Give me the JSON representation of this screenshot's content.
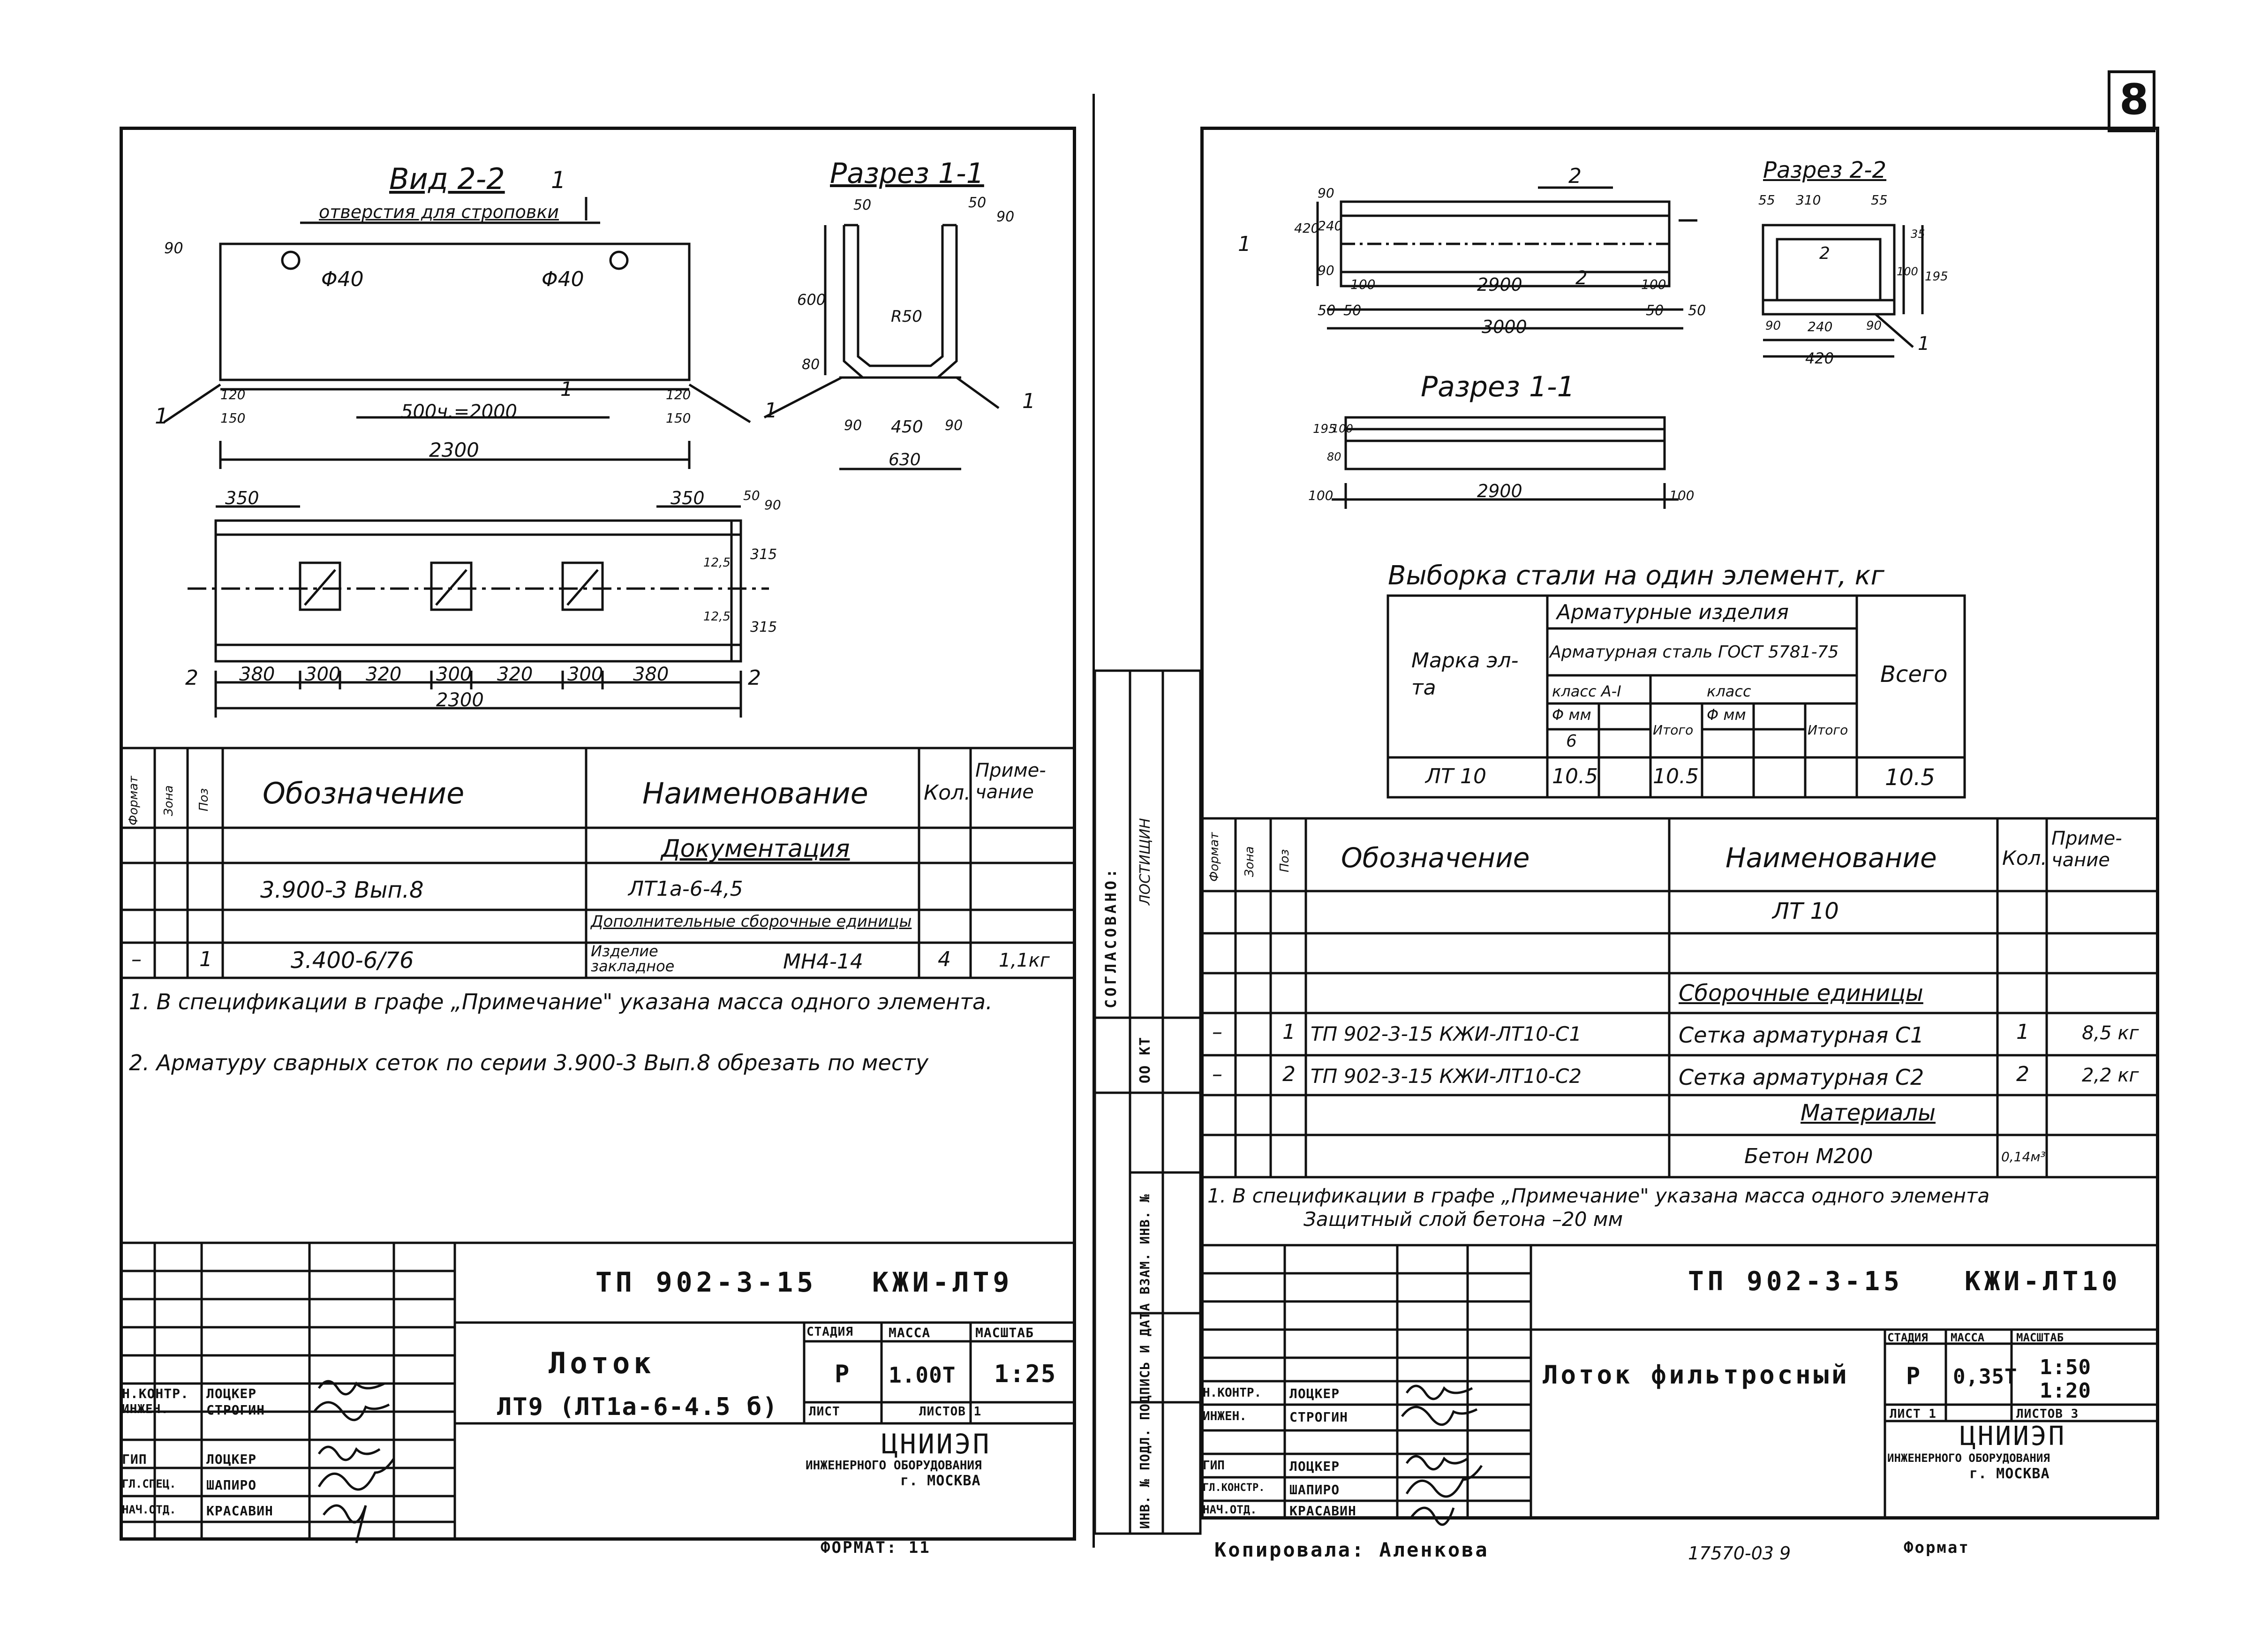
{
  "page_number": "8",
  "left": {
    "view22": {
      "title": "Вид 2-2",
      "note": "отверстия для строповки",
      "hole_left": "Φ40",
      "hole_right": "Φ40",
      "dim_90": "90",
      "dim_120a": "120",
      "dim_150a": "150",
      "dim_120b": "120",
      "dim_150b": "150",
      "dim_mid": "500ч.=2000",
      "dim_total": "2300",
      "mark1": "1",
      "mark1b": "1",
      "leader1": "1"
    },
    "sec11": {
      "title": "Разрез 1-1",
      "d50a": "50",
      "d50b": "50",
      "d90": "90",
      "d600": "600",
      "r50": "R50",
      "d80": "80",
      "d90a": "90",
      "d450": "450",
      "d90b": "90",
      "d630": "630",
      "leader1a": "1",
      "leader1b": "1"
    },
    "plan": {
      "d350a": "350",
      "d350b": "350",
      "d50": "50",
      "d90": "90",
      "d315a": "315",
      "d125a": "12,5",
      "d125b": "12,5",
      "d315b": "315",
      "segments": [
        "380",
        "300",
        "320",
        "300",
        "320",
        "300",
        "380"
      ],
      "total": "2300",
      "cut_left": "2",
      "cut_right": "2"
    },
    "table": {
      "headers": {
        "format": "Формат",
        "zone": "Зона",
        "pos": "Поз",
        "designation": "Обозначение",
        "name": "Наименование",
        "qty": "Кол.",
        "note": "Приме-чание"
      },
      "section_doc": "Документация",
      "row1_designation": "3.900-3 Вып.8",
      "row1_name": "ЛТ1а-6-4,5",
      "section_extra": "Дополнительные сборочные единицы",
      "row2_format": "–",
      "row2_pos": "1",
      "row2_designation": "3.400-6/76",
      "row2_name": "Изделие закладное",
      "row2_mark": "МН4-14",
      "row2_qty": "4",
      "row2_note": "1,1кг"
    },
    "notes": [
      "1. В спецификации в графе „Примечание\" указана масса одного элемента.",
      "2. Арматуру сварных сеток по серии 3.900-3 Вып.8 обрезать по месту"
    ],
    "stamp": {
      "code": "ТП 902-3-15",
      "doc": "КЖИ-ЛТ9",
      "title1": "Лоток",
      "title2": "ЛТ9 (ЛТ1а-6-4.5 б)",
      "h_stage": "СТАДИЯ",
      "h_mass": "МАССА",
      "h_scale": "МАСШТАБ",
      "stage": "Р",
      "mass": "1.00Т",
      "scale": "1:25",
      "sheet": "ЛИСТ",
      "sheets": "ЛИСТОВ 1",
      "org1": "ЦНИИЭП",
      "org2": "ИНЖЕНЕРНОГО ОБОРУДОВАНИЯ",
      "org3": "г. МОСКВА",
      "people": [
        [
          "Н.КОНТР.",
          "ЛОЦКЕР"
        ],
        [
          "ИНЖЕН.",
          "СТРОГИН"
        ],
        [
          "ГИП",
          "ЛОЦКЕР"
        ],
        [
          "ГЛ.СПЕЦ.",
          "ШАПИРО"
        ],
        [
          "НАЧ.ОТД.",
          "КРАСАВИН"
        ]
      ],
      "format": "ФОРМАТ: 11"
    }
  },
  "right": {
    "plan": {
      "d90": "90",
      "d240": "240",
      "d90b": "90",
      "d420": "420",
      "cut": "2",
      "leader1": "1",
      "d100a": "100",
      "d2900": "2900",
      "cut2": "2",
      "d100b": "100",
      "d50a": "50",
      "d50b": "50",
      "d50c": "50",
      "d50d": "50",
      "d3000": "3000"
    },
    "sec22": {
      "title": "Разрез 2-2",
      "d55a": "55",
      "d310": "310",
      "d55b": "55",
      "d35": "35",
      "d100": "100",
      "d195": "195",
      "d90a": "90",
      "d240": "240",
      "d90b": "90",
      "d420": "420",
      "leader": "1",
      "mark2": "2"
    },
    "sec11": {
      "title": "Разрез 1-1",
      "d195": "195",
      "d100": "100",
      "d80": "80",
      "d100a": "100",
      "d2900": "2900",
      "d100b": "100"
    },
    "steel": {
      "title": "Выборка стали на один элемент,   кг",
      "mark_h": "Марка эл-та",
      "arm_h": "Арматурные изделия",
      "steel_h": "Арматурная сталь ГОСТ 5781-75",
      "class_a": "класс А-I",
      "class_b": "класс",
      "phi_a": "Φ мм",
      "phi_b": "Φ мм",
      "total_a": "Итого",
      "total_b": "Итого",
      "d6": "6",
      "all": "Всего",
      "row_mark": "ЛТ 10",
      "row_v6": "10.5",
      "row_total": "10.5",
      "row_all": "10.5"
    },
    "table": {
      "headers": {
        "format": "Формат",
        "zone": "Зона",
        "pos": "Поз",
        "designation": "Обозначение",
        "name": "Наименование",
        "qty": "Кол.",
        "note": "Приме-чание"
      },
      "title": "ЛТ 10",
      "section_asm": "Сборочные единицы",
      "rows": [
        {
          "fmt": "–",
          "pos": "1",
          "des": "ТП 902-3-15  КЖИ-ЛТ10-С1",
          "name": "Сетка арматурная  С1",
          "qty": "1",
          "note": "8,5 кг"
        },
        {
          "fmt": "–",
          "pos": "2",
          "des": "ТП 902-3-15  КЖИ-ЛТ10-С2",
          "name": "Сетка арматурная  С2",
          "qty": "2",
          "note": "2,2 кг"
        }
      ],
      "section_mat": "Материалы",
      "mat_name": "Бетон  М200",
      "mat_qty": "0,14м³"
    },
    "notes": [
      "1. В спецификации в графе „Примечание\" указана масса одного элемента",
      "Защитный слой  бетона  –20 мм"
    ],
    "stamp": {
      "code": "ТП 902-3-15",
      "doc": "КЖИ-ЛТ10",
      "title": "Лоток фильтросный",
      "h_stage": "СТАДИЯ",
      "h_mass": "МАССА",
      "h_scale": "МАСШТАБ",
      "stage": "Р",
      "mass": "0,35Т",
      "scale1": "1:50",
      "scale2": "1:20",
      "sheet": "ЛИСТ 1",
      "sheets": "ЛИСТОВ 3",
      "org1": "ЦНИИЭП",
      "org2": "ИНЖЕНЕРНОГО ОБОРУДОВАНИЯ",
      "org3": "г. МОСКВА",
      "people": [
        [
          "Н.КОНТР.",
          "ЛОЦКЕР"
        ],
        [
          "ИНЖЕН.",
          "СТРОГИН"
        ],
        [
          "ГИП",
          "ЛОЦКЕР"
        ],
        [
          "ГЛ.КОНСТР.",
          "ШАПИРО"
        ],
        [
          "НАЧ.ОТД.",
          "КРАСАВИН"
        ]
      ]
    },
    "side": {
      "agreed": "СОГЛАСОВАНО:",
      "lost": "ЛОСТИЩИН",
      "okt": "ОО КТ",
      "inv": "ИНВ. № ПОДЛ.  ПОДПИСЬ И ДАТА  ВЗАМ. ИНВ. №"
    },
    "footer": {
      "copied": "Копировала:  Аленкова",
      "num": "17570-03  9",
      "format": "Формат"
    }
  }
}
